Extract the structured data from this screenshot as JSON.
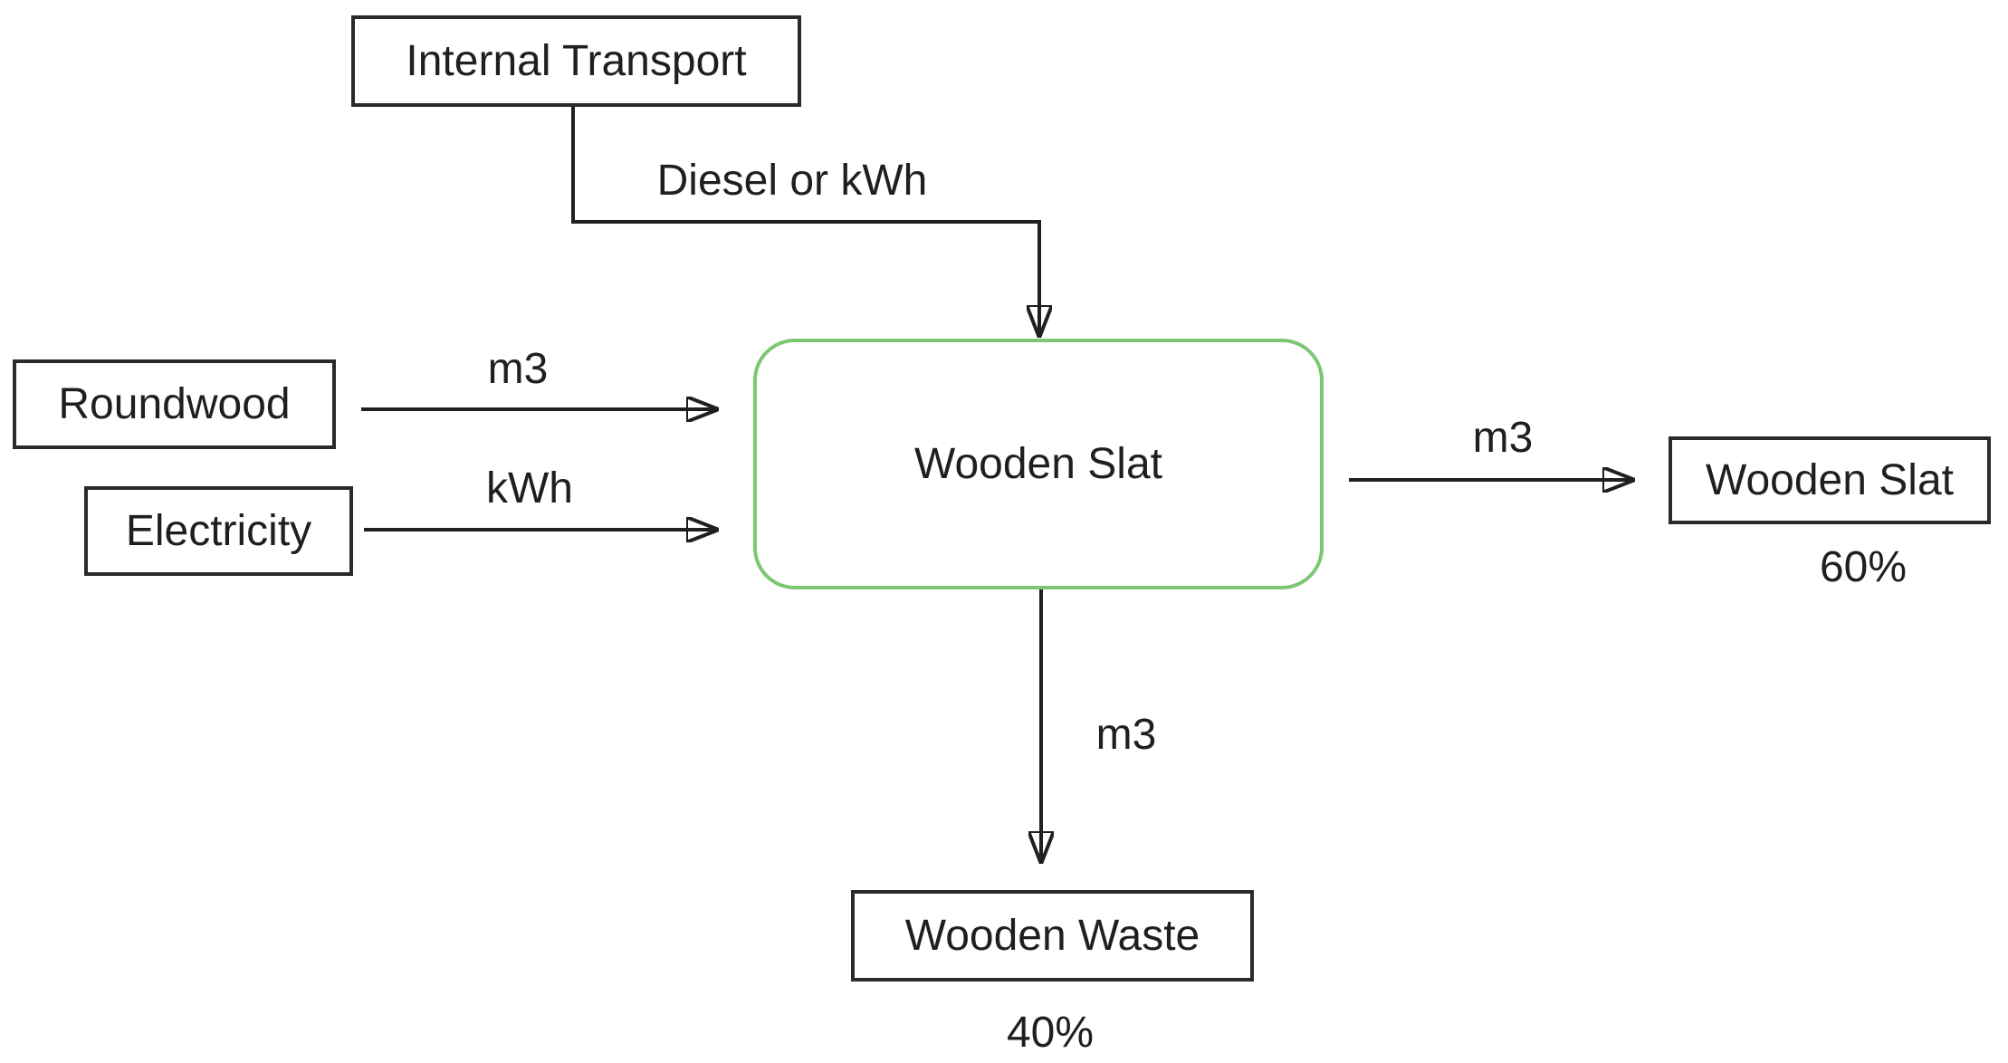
{
  "diagram": {
    "nodes": {
      "internal_transport": {
        "label": "Internal Transport"
      },
      "roundwood": {
        "label": "Roundwood"
      },
      "electricity": {
        "label": "Electricity"
      },
      "process": {
        "label": "Wooden Slat"
      },
      "output_slat": {
        "label": "Wooden Slat",
        "share": "60%"
      },
      "waste": {
        "label": "Wooden Waste",
        "share": "40%"
      }
    },
    "edges": {
      "transport_to_process": {
        "label": "Diesel or kWh"
      },
      "roundwood_to_process": {
        "label": "m3"
      },
      "electricity_to_process": {
        "label": "kWh"
      },
      "process_to_output": {
        "label": "m3"
      },
      "process_to_waste": {
        "label": "m3"
      }
    }
  },
  "colors": {
    "background": "#ffffff",
    "connector": "#1f1f1f",
    "box-border": "#2a2a2a",
    "process-border": "#7cc674",
    "text": "#1f1f1f"
  }
}
